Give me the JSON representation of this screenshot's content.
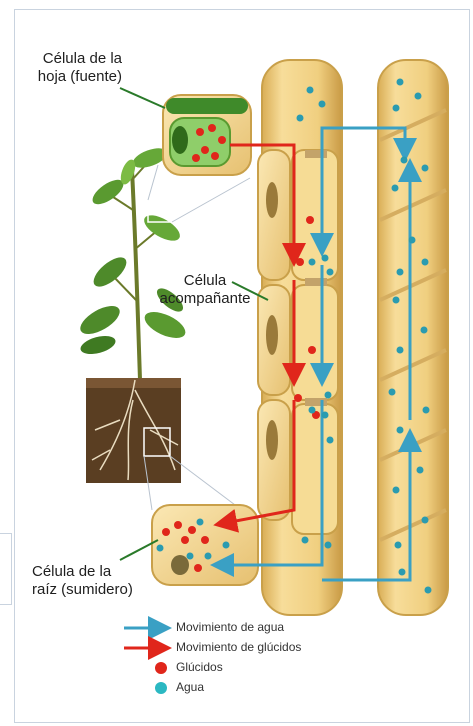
{
  "labels": {
    "leaf_cell": [
      "Célula de la",
      "hoja (fuente)"
    ],
    "companion_cell": [
      "Célula",
      "acompañante"
    ],
    "root_cell": [
      "Célula de la",
      "raíz (sumidero)"
    ]
  },
  "legend": [
    {
      "kind": "arrow",
      "color": "#3aa0c4",
      "label": "Movimiento de agua"
    },
    {
      "kind": "arrow",
      "color": "#e0261b",
      "label": "Movimiento de glúcidos"
    },
    {
      "kind": "dot",
      "color": "#e0261b",
      "label": "Glúcidos"
    },
    {
      "kind": "dot",
      "color": "#2bb8c2",
      "label": "Agua"
    }
  ],
  "colors": {
    "water": "#3aa0c4",
    "sugar": "#e0261b",
    "tube": "#ecc979",
    "tube_edge": "#c9a04a",
    "label_line": "#2a7a2a"
  }
}
